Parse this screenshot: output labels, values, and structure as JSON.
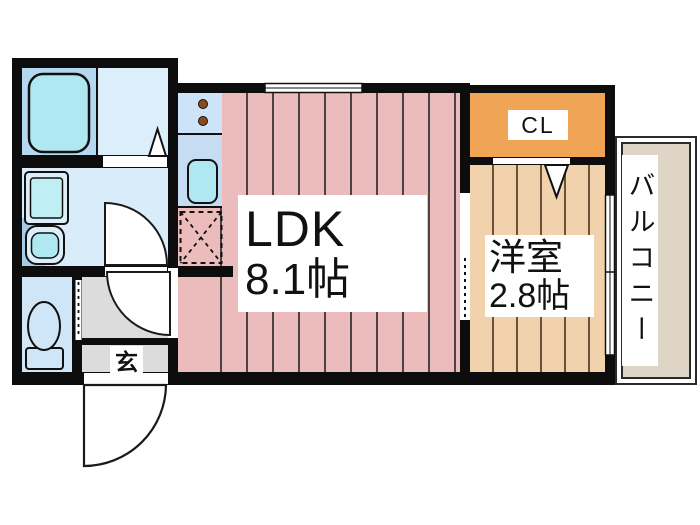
{
  "plan": {
    "type": "apartment-floor-plan",
    "rooms": [
      {
        "key": "ldk",
        "label": "LDK",
        "size": "8.1帖"
      },
      {
        "key": "western_room",
        "label": "洋室",
        "size": "2.8帖"
      },
      {
        "key": "closet",
        "label": "CL",
        "size": ""
      },
      {
        "key": "balcony",
        "label": "バルコニー",
        "size": ""
      },
      {
        "key": "entrance",
        "label": "玄",
        "size": ""
      }
    ],
    "fixtures": [
      "bathtub",
      "washing-machine-pan",
      "wash-basin",
      "toilet",
      "kitchen-stove",
      "kitchen-sink",
      "refrigerator-space"
    ],
    "colors": {
      "ldk_floor": "#ecbcbc",
      "western_floor": "#f2d2ac",
      "closet": "#f0a455",
      "balcony": "#ded5c6",
      "bath": "#b5d8f1",
      "bath_floor": "#ddeefb",
      "washroom": "#d9ecfa",
      "toilet_room": "#cfe6f8",
      "kitchen": "#cde4f8",
      "water_fixture": "#b0e8f2",
      "entrance_floor": "#dcdcdc",
      "wall": "#0d0d0d"
    }
  }
}
